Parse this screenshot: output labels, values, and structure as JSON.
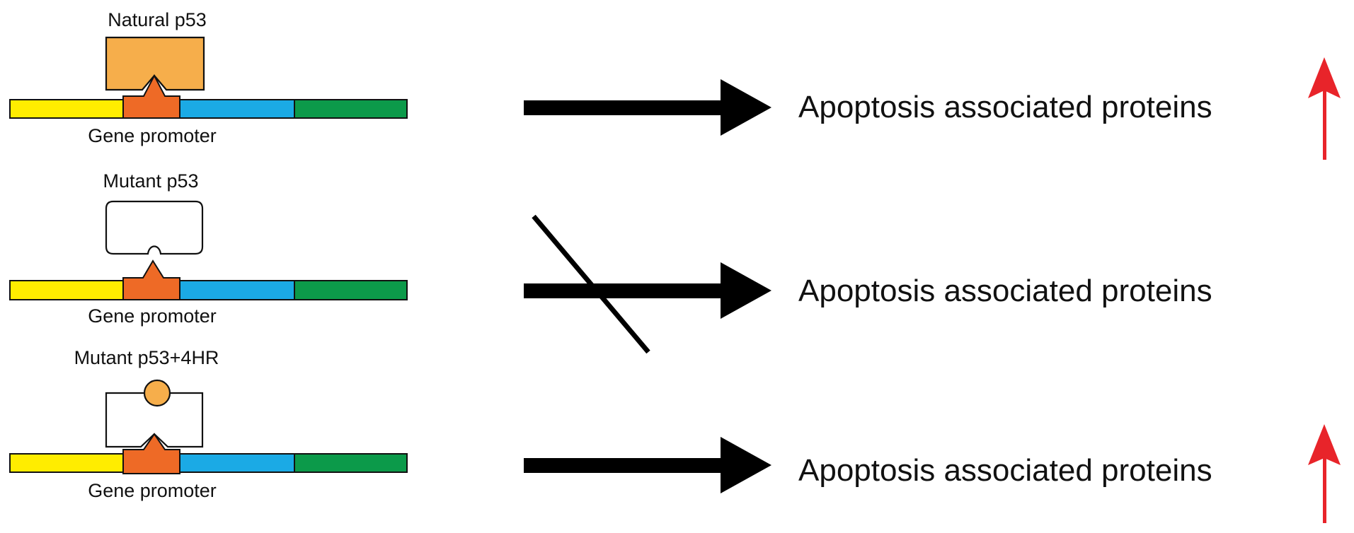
{
  "colors": {
    "segment_1": "#FFED00",
    "promoter": "#EE6A26",
    "segment_3": "#1BAAE5",
    "segment_4": "#0C9A4A",
    "natural_p53": "#F6AE4B",
    "compound": "#F6AE4B",
    "up_arrow": "#E8242A",
    "arrow": "#000000",
    "outline": "#111111"
  },
  "icons": {
    "activation_arrow": "right-arrow-icon",
    "block_mark": "strike-line-icon",
    "increase": "up-arrow-icon"
  },
  "rows": [
    {
      "protein_label": "Natural p53",
      "promoter_label": "Gene promoter",
      "outcome_label": "Apoptosis associated proteins",
      "protein_state": "natural",
      "blocked": false,
      "increased": true
    },
    {
      "protein_label": "Mutant p53",
      "promoter_label": "Gene promoter",
      "outcome_label": "Apoptosis associated proteins",
      "protein_state": "mutant",
      "blocked": true,
      "increased": false
    },
    {
      "protein_label": "Mutant p53+4HR",
      "promoter_label": "Gene promoter",
      "outcome_label": "Apoptosis associated proteins",
      "protein_state": "mutant-with-compound",
      "blocked": false,
      "increased": true
    }
  ]
}
